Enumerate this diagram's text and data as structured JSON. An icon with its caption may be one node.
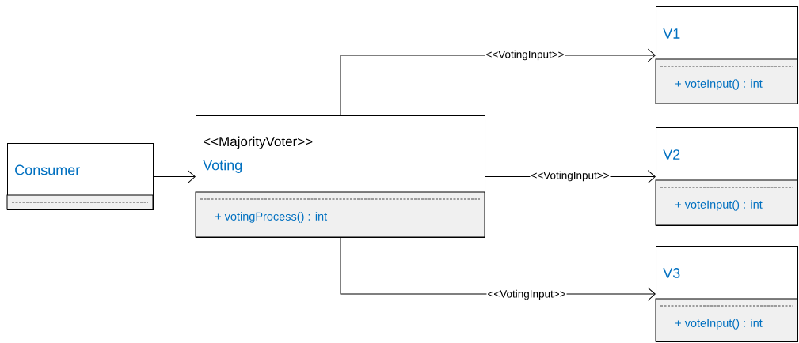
{
  "diagram": {
    "nodes": [
      {
        "text": [
          "Consumer"
        ]
      },
      {
        "text": [
          "<<MajorityVoter>>",
          "Voting",
          "+ votingProcess() : int"
        ]
      },
      {
        "text": [
          "V1",
          "+ voteInput() : int"
        ]
      },
      {
        "text": [
          "V2",
          "+ voteInput() : int"
        ]
      },
      {
        "text": [
          "V3",
          "+ voteInput() : int"
        ]
      }
    ],
    "edges": [
      {
        "from": 0,
        "to": 1,
        "arrow": "to"
      },
      {
        "from": 1,
        "to": 2,
        "arrow": "to",
        "label": "<<VotingInput>>"
      },
      {
        "from": 1,
        "to": 3,
        "arrow": "to",
        "label": "<<VotingInput>>"
      },
      {
        "from": 1,
        "to": 4,
        "arrow": "to",
        "label": "<<VotingInput>>"
      }
    ]
  }
}
